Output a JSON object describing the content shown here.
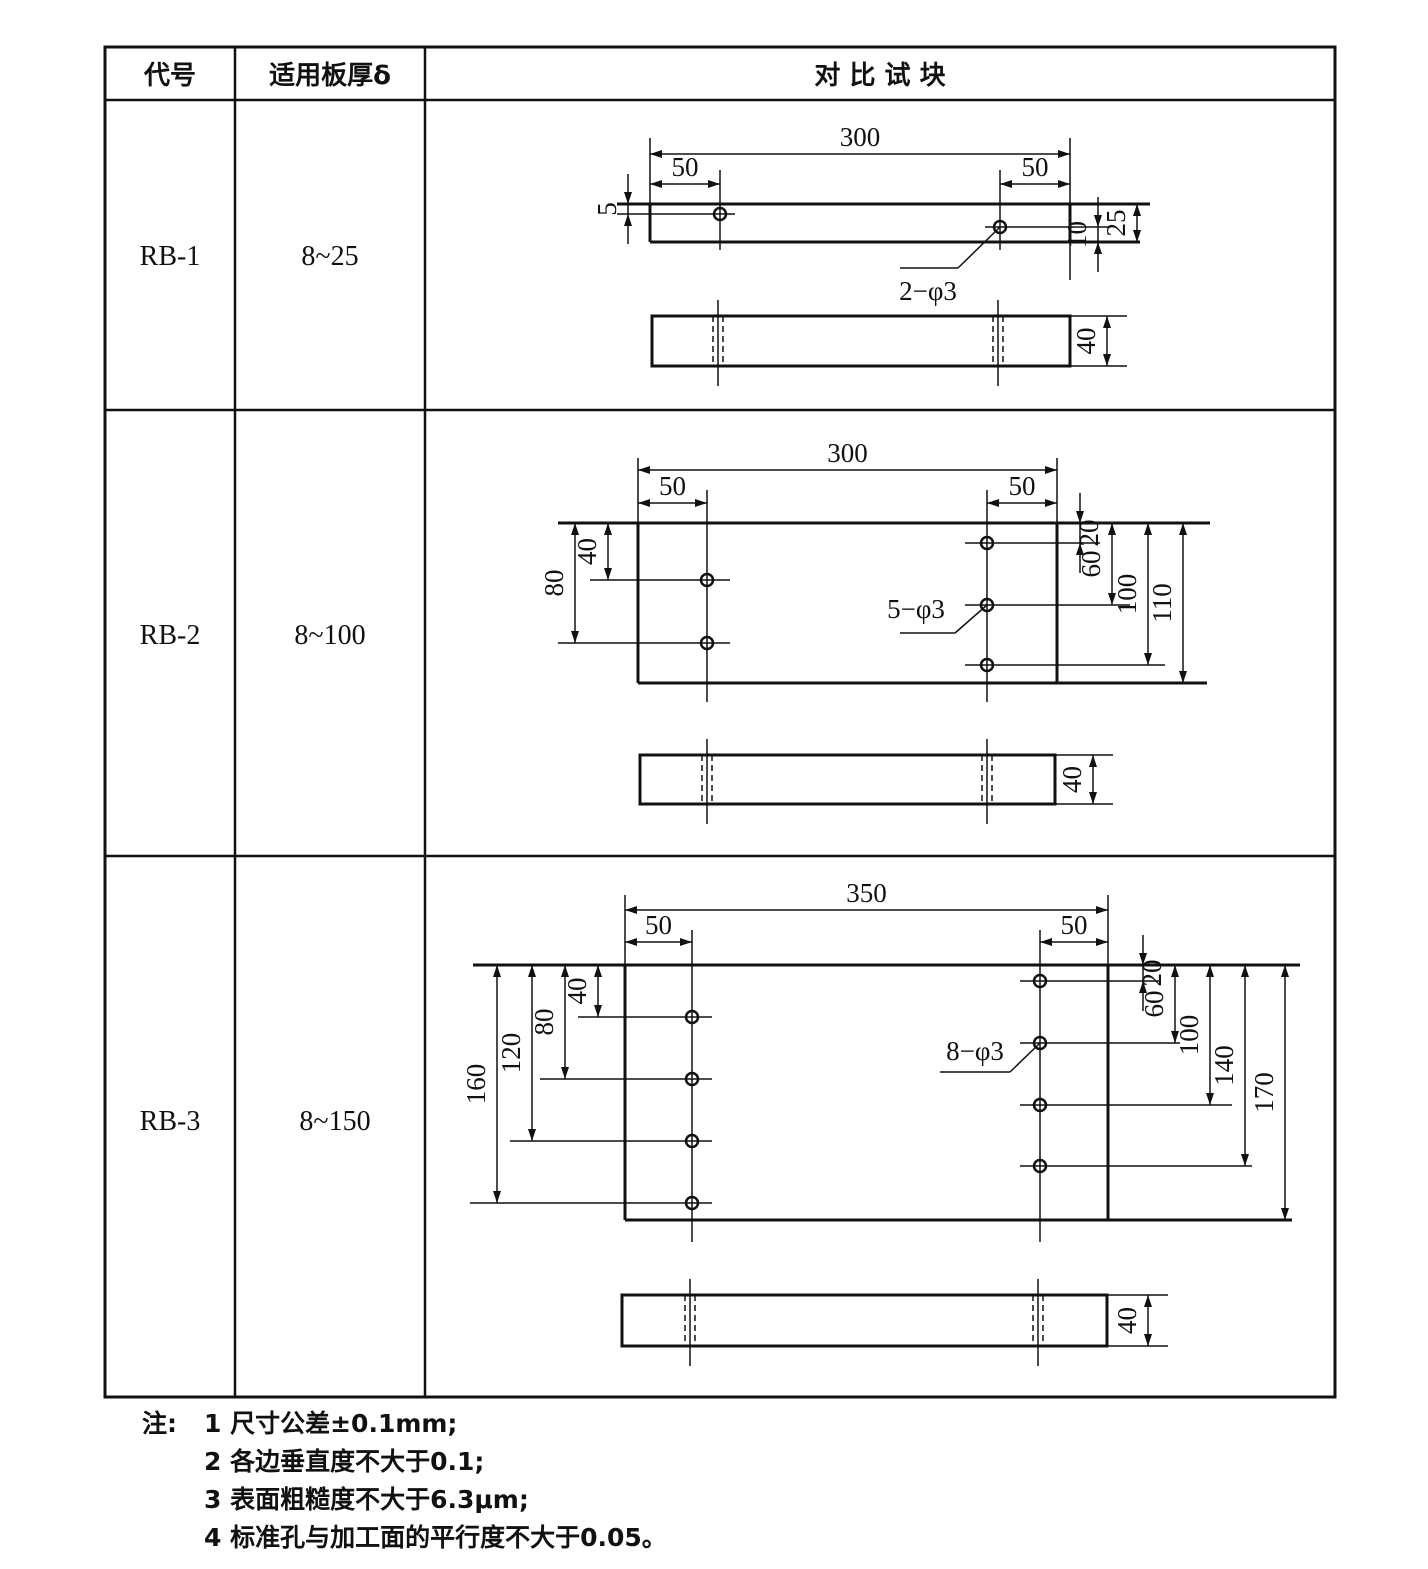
{
  "table": {
    "headers": [
      "代号",
      "适用板厚δ",
      "对 比 试 块"
    ],
    "rows": [
      {
        "code": "RB-1",
        "thickness": "8~25",
        "drawing": {
          "length": "300",
          "edge_left": "50",
          "edge_right": "50",
          "dims_left": [
            "5"
          ],
          "dims_right": [
            "10",
            "25"
          ],
          "holes": "2−φ3",
          "side_thickness": "40"
        }
      },
      {
        "code": "RB-2",
        "thickness": "8~100",
        "drawing": {
          "length": "300",
          "edge_left": "50",
          "edge_right": "50",
          "dims_left": [
            "80",
            "40"
          ],
          "dims_right": [
            "20",
            "60",
            "100",
            "110"
          ],
          "holes": "5−φ3",
          "side_thickness": "40"
        }
      },
      {
        "code": "RB-3",
        "thickness": "8~150",
        "drawing": {
          "length": "350",
          "edge_left": "50",
          "edge_right": "50",
          "dims_left": [
            "160",
            "120",
            "80",
            "40"
          ],
          "dims_right": [
            "20",
            "60",
            "100",
            "140",
            "170"
          ],
          "holes": "8−φ3",
          "side_thickness": "40"
        }
      }
    ]
  },
  "notes": {
    "label": "注:",
    "items": [
      "1 尺寸公差±0.1mm;",
      "2 各边垂直度不大于0.1;",
      "3 表面粗糙度不大于6.3μm;",
      "4 标准孔与加工面的平行度不大于0.05。"
    ]
  }
}
